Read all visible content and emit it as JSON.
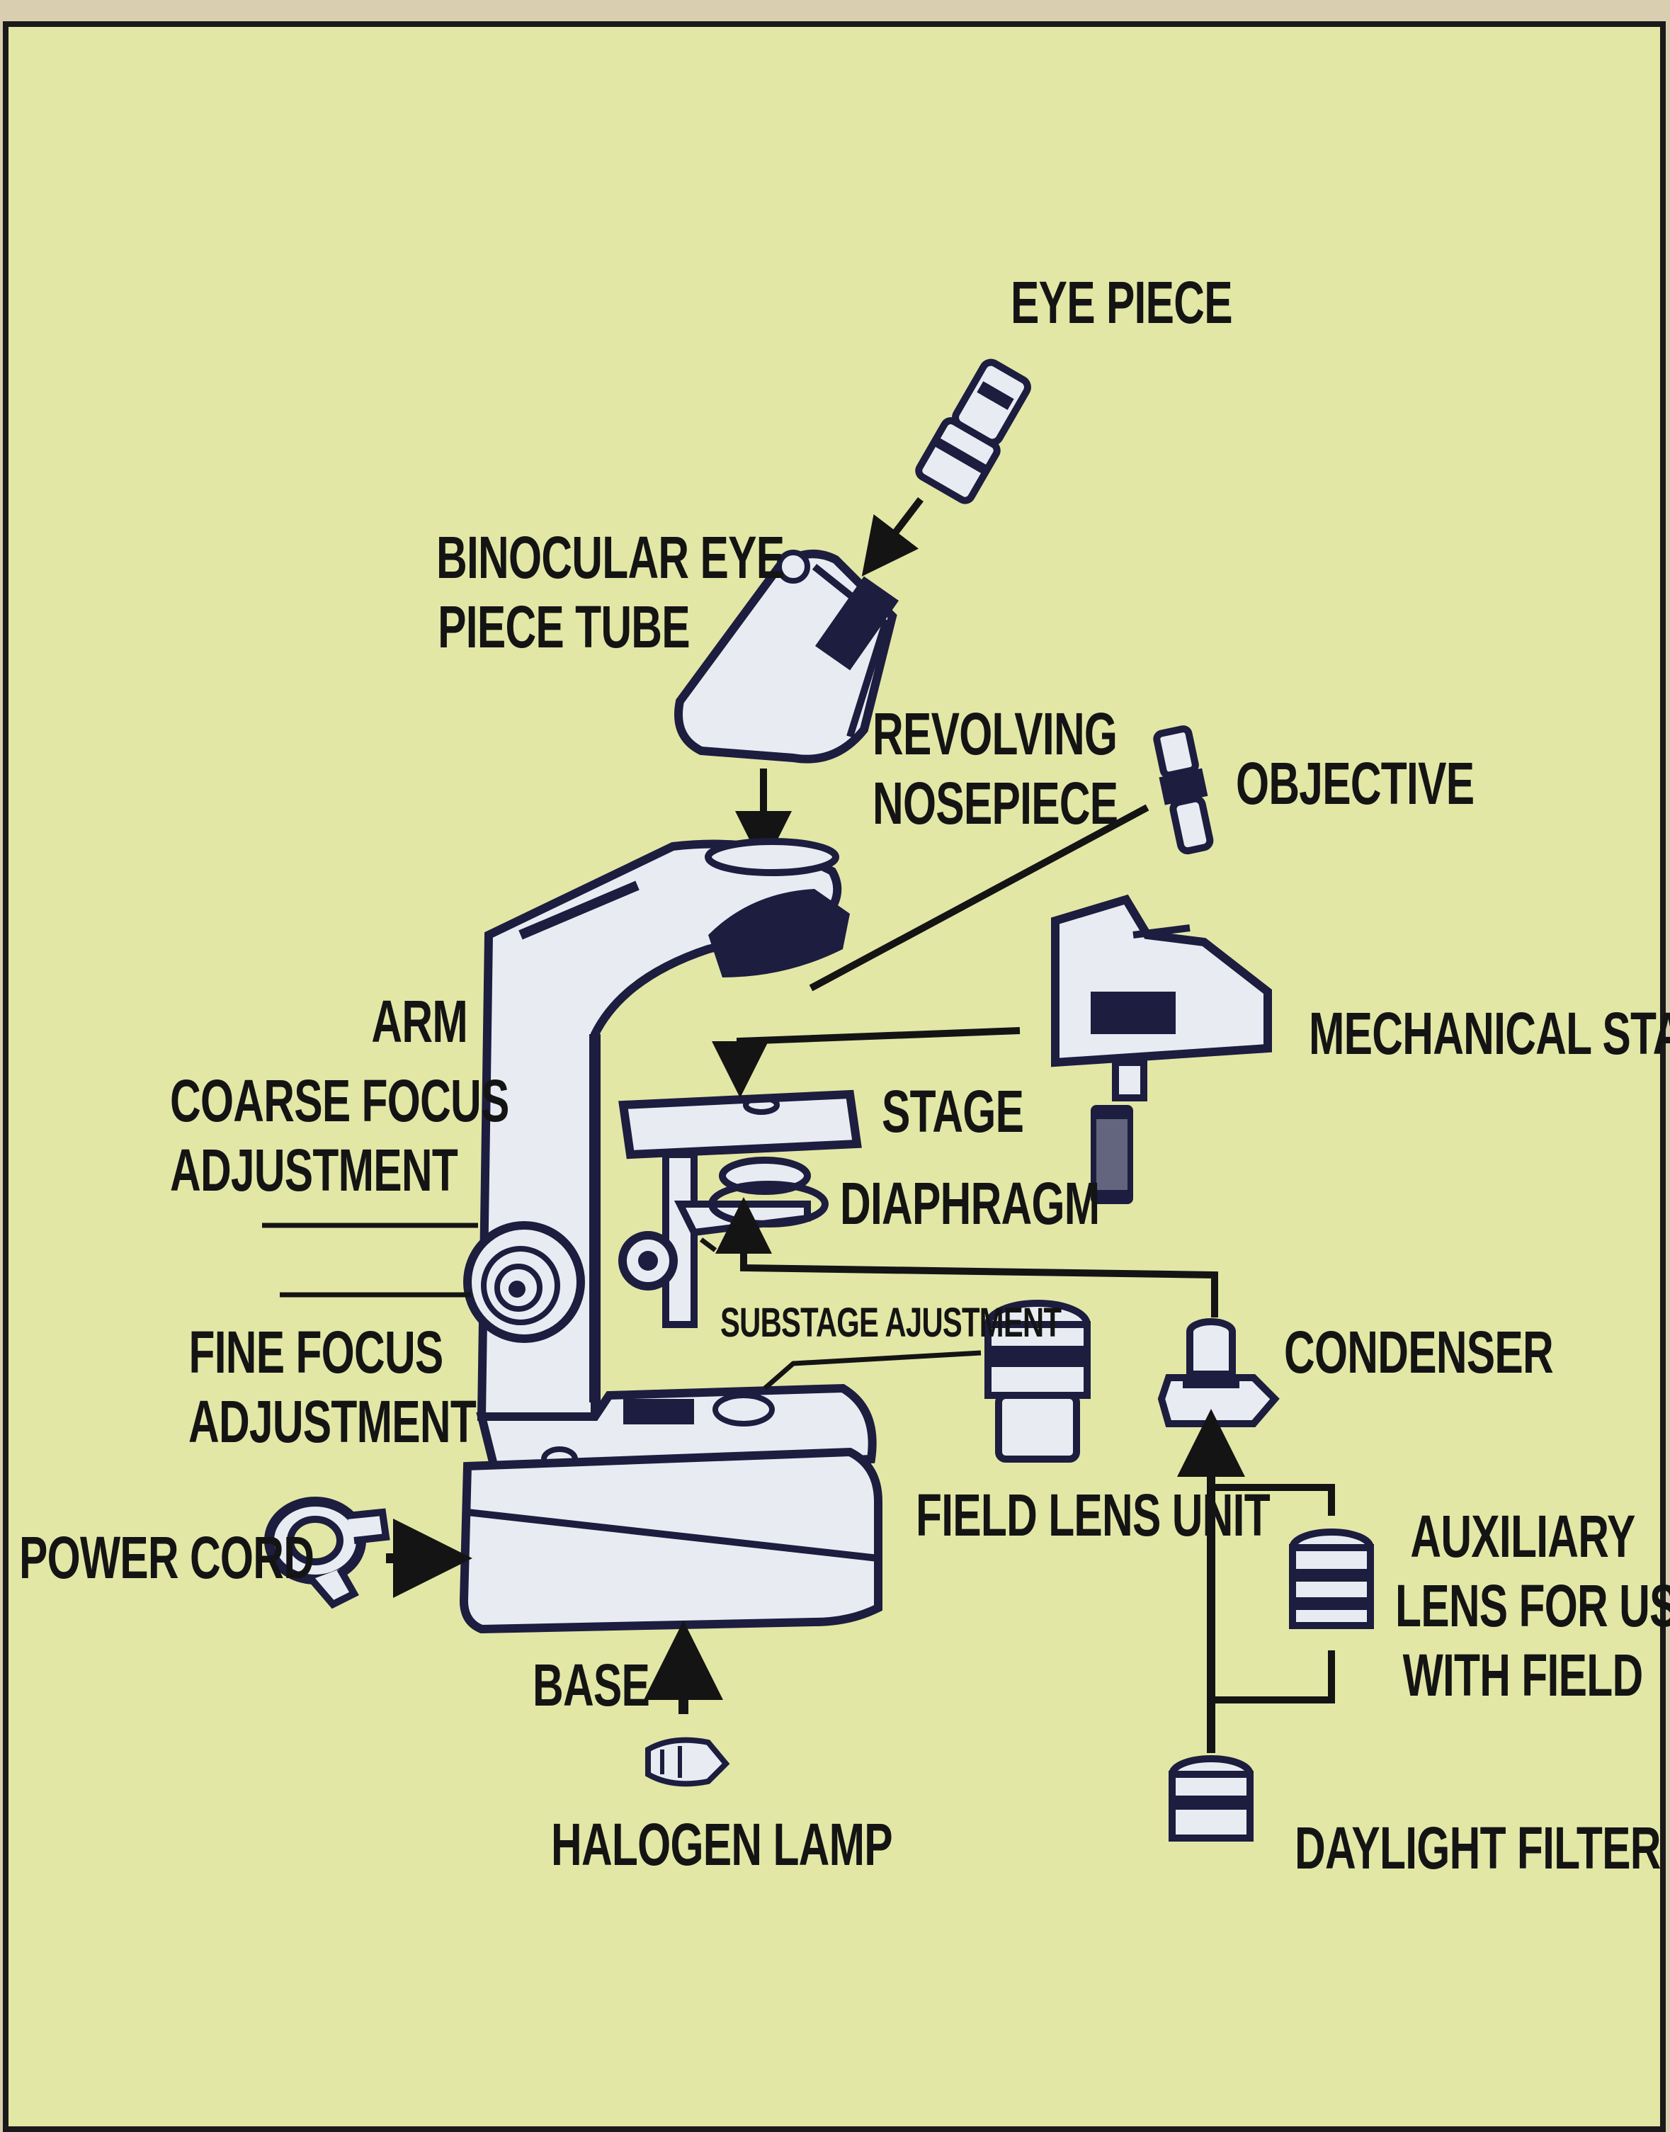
{
  "colors": {
    "panel": "#e3e7a6",
    "border": "#1a1a1a",
    "ink": "#141414",
    "part_fill": "#e8ecf2",
    "part_dark": "#1c1d3f"
  },
  "labels": {
    "eye_piece": [
      "EYE PIECE"
    ],
    "binocular_tube": [
      "BINOCULAR EYE",
      "PIECE TUBE"
    ],
    "revolving_nosepiece": [
      "REVOLVING",
      "NOSEPIECE"
    ],
    "objective": [
      "OBJECTIVE"
    ],
    "arm": [
      "ARM"
    ],
    "mechanical_stage": [
      "MECHANICAL STAGE"
    ],
    "coarse_focus": [
      "COARSE FOCUS",
      "ADJUSTMENT"
    ],
    "stage": [
      "STAGE"
    ],
    "diaphragm": [
      "DIAPHRAGM"
    ],
    "substage": [
      "SUBSTAGE AJUSTMENT"
    ],
    "condenser": [
      "CONDENSER"
    ],
    "fine_focus": [
      "FINE FOCUS",
      "ADJUSTMENT"
    ],
    "field_lens_unit": [
      "FIELD LENS UNIT"
    ],
    "power_cord": [
      "POWER CORD"
    ],
    "auxiliary_lens": [
      "AUXILIARY",
      "LENS FOR USE",
      "WITH FIELD"
    ],
    "base": [
      "BASE"
    ],
    "halogen_lamp": [
      "HALOGEN LAMP"
    ],
    "daylight_filter": [
      "DAYLIGHT FILTER"
    ]
  }
}
